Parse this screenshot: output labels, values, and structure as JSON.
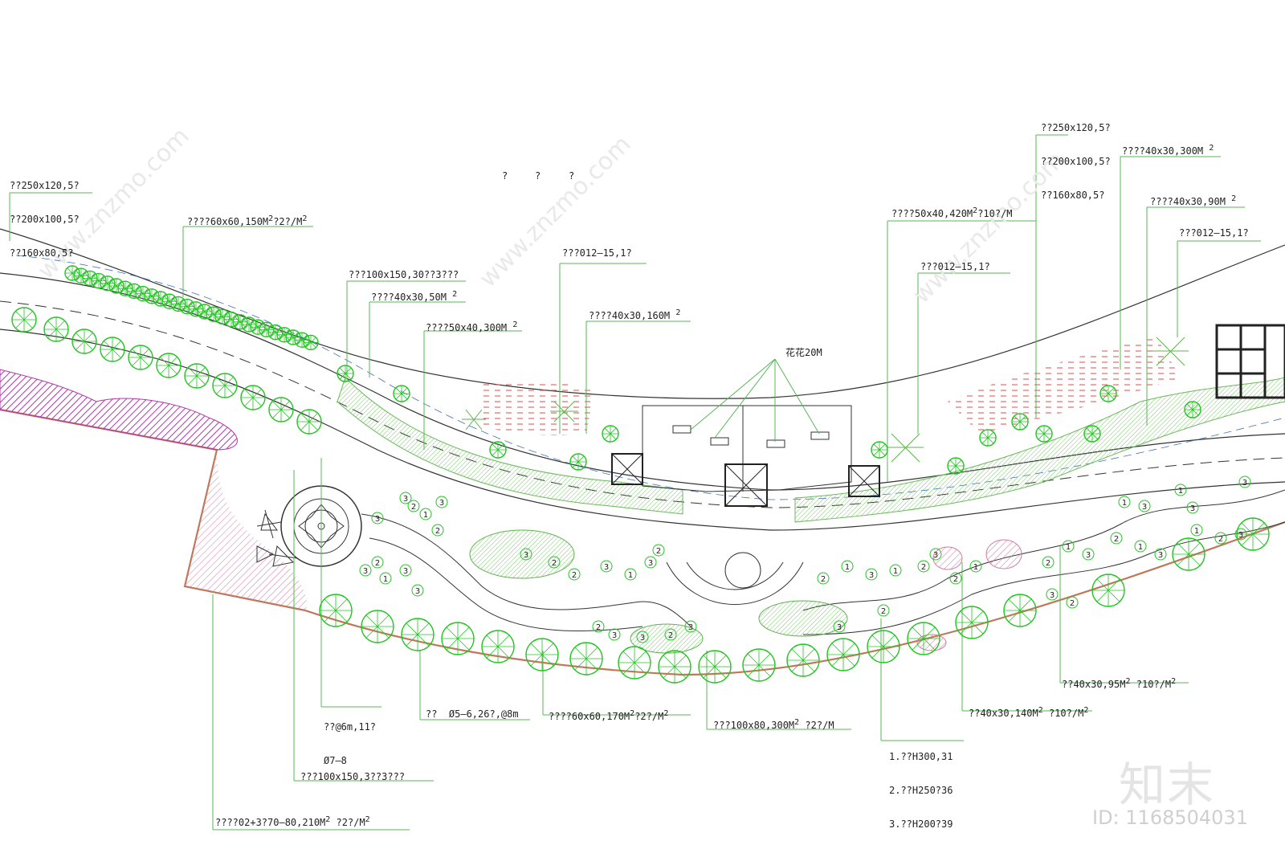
{
  "plan_labels": {
    "top_left_paving": [
      "??250x120,5?",
      "??200x100,5?",
      "??160x80,5?"
    ],
    "top_right_paving": [
      "??250x120,5?",
      "??200x100,5?",
      "??160x80,5?"
    ],
    "l1": "????60x60,150M",
    "l1_tail": "?2?/M",
    "l2": "???100x150,30??3???",
    "l3": "????40x30,50M",
    "l4": "????50x40,300M",
    "l5": "???012—15,1?",
    "l6": "????40x30,160M",
    "l7": "花花20M",
    "l8": "????50x40,420M",
    "l8_tail": "?10?/M",
    "l9": "???012—15,1?",
    "l10": "????40x30,300M",
    "l11": "????40x30,90M",
    "l12": "???012—15,1?",
    "q_marks": [
      "?",
      "?",
      "?"
    ],
    "b1": [
      "??@6m,11?",
      "Ø7—8"
    ],
    "b2": "??  Ø5—6,26?,@8m",
    "b3": "????60x60,170M",
    "b3_tail": "?2?/M",
    "b4": "???100x80,300M",
    "b4_tail": "?2?/M",
    "b5": [
      "1.??H300,31",
      "2.??H250?36",
      "3.??H200?39"
    ],
    "b6": "??40x30,140M",
    "b6_tail": "?10?/M",
    "b7": "??40x30,95M",
    "b7_tail": "?10?/M",
    "b8": "???100x150,3??3???",
    "b9": "????02+3?70—80,210M",
    "b9_tail": "?2?/M"
  },
  "watermark": {
    "site": "www.znzmo.com",
    "brand": "知末",
    "image_id": "ID: 1168504031"
  },
  "colors": {
    "plant_green": "#22c422",
    "lawn_fill": "#8fd47a",
    "flower_magenta": "#b03aa8",
    "boundary_brown": "#c0785a",
    "leader_line": "#55b855",
    "road_line": "#333333"
  }
}
